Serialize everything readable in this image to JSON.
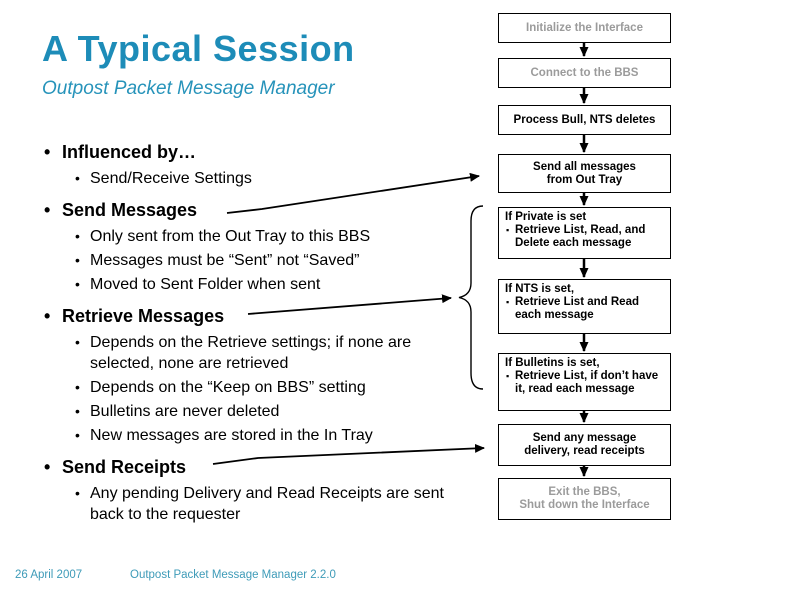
{
  "slide": {
    "title": "A Typical Session",
    "subtitle": "Outpost Packet Message Manager",
    "footer_date": "26 April 2007",
    "footer_app": "Outpost Packet Message Manager 2.2.0",
    "colors": {
      "accent_teal": "#1d8cb8",
      "muted_gray": "#9b9b9b",
      "line_black": "#000000"
    }
  },
  "bullets": [
    {
      "level": 1,
      "text": "Influenced by…"
    },
    {
      "level": 2,
      "text": "Send/Receive Settings"
    },
    {
      "level": 1,
      "text": "Send Messages"
    },
    {
      "level": 2,
      "text": "Only sent from the Out Tray to this BBS"
    },
    {
      "level": 2,
      "text": "Messages must be “Sent” not “Saved”"
    },
    {
      "level": 2,
      "text": "Moved to Sent Folder when sent"
    },
    {
      "level": 1,
      "text": "Retrieve Messages"
    },
    {
      "level": 2,
      "text": "Depends on the Retrieve settings; if none are selected, none are retrieved"
    },
    {
      "level": 2,
      "text": "Depends on the “Keep on BBS” setting"
    },
    {
      "level": 2,
      "text": "Bulletins are never deleted"
    },
    {
      "level": 2,
      "text": "New messages are stored in the In Tray"
    },
    {
      "level": 1,
      "text": "Send Receipts"
    },
    {
      "level": 2,
      "text": "Any pending Delivery and Read Receipts are sent back to the requester"
    }
  ],
  "flowchart": {
    "boxes": [
      {
        "lines": [
          "Initialize the Interface"
        ],
        "tone": "gray"
      },
      {
        "lines": [
          "Connect to the BBS"
        ],
        "tone": "gray"
      },
      {
        "lines": [
          "Process Bull, NTS deletes"
        ],
        "tone": "black"
      },
      {
        "lines": [
          "Send all messages",
          "from Out Tray"
        ],
        "tone": "black"
      },
      {
        "title": "If Private is set",
        "items": [
          "Retrieve List, Read, and Delete each message"
        ],
        "tone": "black"
      },
      {
        "title": "If NTS is set,",
        "items": [
          "Retrieve List and Read each message"
        ],
        "tone": "black"
      },
      {
        "title": "If Bulletins is set,",
        "items": [
          "Retrieve List, if don’t have it, read each message"
        ],
        "tone": "black"
      },
      {
        "lines": [
          "Send any message",
          "delivery, read receipts"
        ],
        "tone": "black"
      },
      {
        "lines": [
          "Exit the BBS,",
          "Shut down the Interface"
        ],
        "tone": "gray"
      }
    ]
  }
}
